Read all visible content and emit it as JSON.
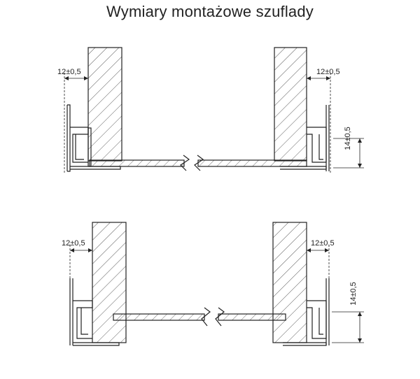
{
  "title": "Wymiary montażowe szuflady",
  "top_diagram": {
    "left_dim": "12±0,5",
    "right_dim": "12±0,5",
    "vertical_dim": "14±0,5"
  },
  "bottom_diagram": {
    "left_dim": "12±0,5",
    "right_dim": "12±0,5",
    "vertical_dim": "14±0,5"
  }
}
